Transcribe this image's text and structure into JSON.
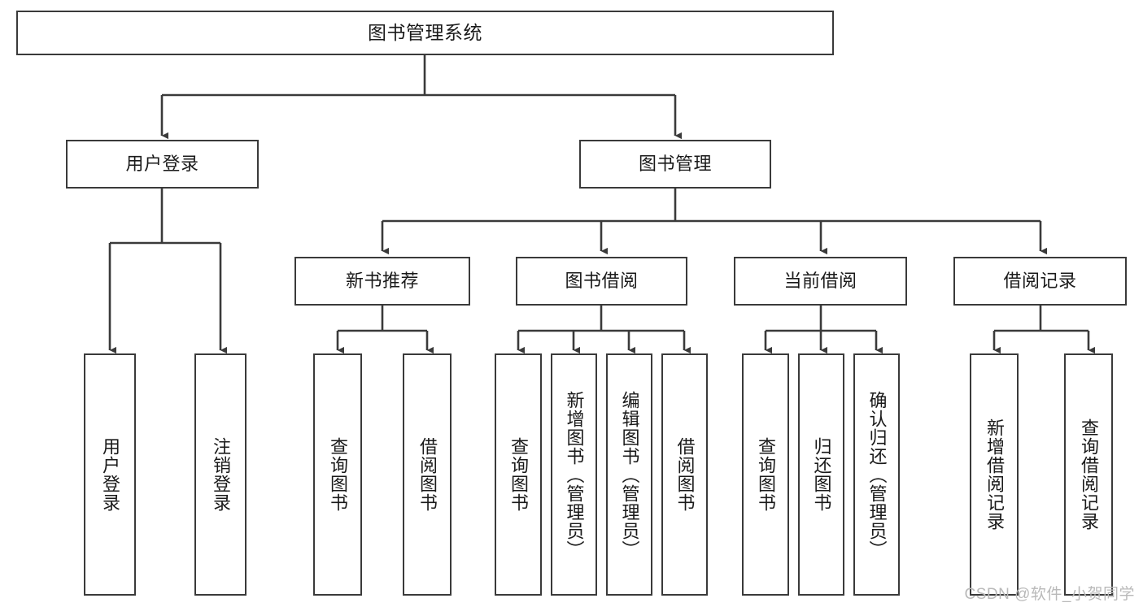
{
  "diagram": {
    "title": "图书管理系统",
    "watermark": "CSDN @软件_小贺同学",
    "colors": {
      "stroke": "#3a3a3a",
      "box_fill": "#ffffff",
      "text": "#1a1a1a",
      "watermark": "#b9b9b9",
      "background": "#ffffff"
    },
    "root": {
      "label": "图书管理系统",
      "orientation": "horizontal"
    },
    "level2": [
      {
        "label": "用户登录",
        "orientation": "horizontal"
      },
      {
        "label": "图书管理",
        "orientation": "horizontal"
      }
    ],
    "level3": [
      {
        "label": "新书推荐",
        "orientation": "horizontal",
        "parent": "图书管理"
      },
      {
        "label": "图书借阅",
        "orientation": "horizontal",
        "parent": "图书管理"
      },
      {
        "label": "当前借阅",
        "orientation": "horizontal",
        "parent": "图书管理"
      },
      {
        "label": "借阅记录",
        "orientation": "horizontal",
        "parent": "图书管理"
      }
    ],
    "leaves": [
      {
        "label": "用户登录",
        "orientation": "vertical",
        "parent": "用户登录"
      },
      {
        "label": "注销登录",
        "orientation": "vertical",
        "parent": "用户登录"
      },
      {
        "label": "查询图书",
        "orientation": "vertical",
        "parent": "新书推荐"
      },
      {
        "label": "借阅图书",
        "orientation": "vertical",
        "parent": "新书推荐"
      },
      {
        "label": "查询图书",
        "orientation": "vertical",
        "parent": "图书借阅"
      },
      {
        "label": "新增图书（管理员）",
        "orientation": "vertical",
        "parent": "图书借阅"
      },
      {
        "label": "编辑图书（管理员）",
        "orientation": "vertical",
        "parent": "图书借阅"
      },
      {
        "label": "借阅图书",
        "orientation": "vertical",
        "parent": "图书借阅"
      },
      {
        "label": "查询图书",
        "orientation": "vertical",
        "parent": "当前借阅"
      },
      {
        "label": "归还图书",
        "orientation": "vertical",
        "parent": "当前借阅"
      },
      {
        "label": "确认归还（管理员）",
        "orientation": "vertical",
        "parent": "当前借阅"
      },
      {
        "label": "新增借阅记录",
        "orientation": "vertical",
        "parent": "借阅记录"
      },
      {
        "label": "查询借阅记录",
        "orientation": "vertical",
        "parent": "借阅记录"
      }
    ]
  }
}
